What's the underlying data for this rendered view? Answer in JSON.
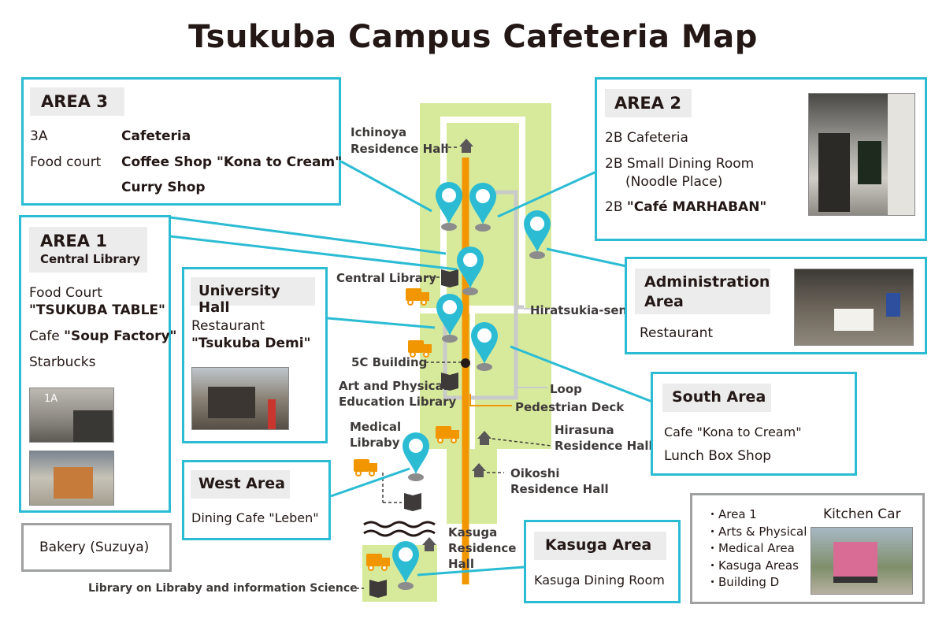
{
  "title": "Tsukuba Campus Cafeteria Map",
  "area3": {
    "tag": "AREA 3",
    "col1": [
      "3A",
      "Food court"
    ],
    "col2": [
      "Cafeteria",
      "Coffee Shop \"Kona to Cream\"",
      "Curry Shop"
    ]
  },
  "area2": {
    "tag": "AREA 2",
    "items": [
      "2B Cafeteria",
      "2B Small Dining Room",
      "(Noodle Place)",
      "2B ",
      "\"Café MARHABAN\""
    ]
  },
  "area1": {
    "tag": "AREA 1",
    "subtitle": "Central Library",
    "items": [
      "Food Court",
      "\"TSUKUBA TABLE\"",
      "Cafe ",
      "\"Soup Factory\"",
      "Starbucks"
    ],
    "photo_label": "1A"
  },
  "university_hall": {
    "tag": "University Hall",
    "items": [
      "Restaurant",
      "\"Tsukuba Demi\""
    ]
  },
  "administration": {
    "tag_line1": "Administration",
    "tag_line2": "Area",
    "items": [
      "Restaurant"
    ]
  },
  "south": {
    "tag": "South Area",
    "items": [
      "Cafe \"Kona to Cream\"",
      "Lunch Box Shop"
    ]
  },
  "west": {
    "tag": "West Area",
    "items": [
      "Dining Cafe \"Leben\""
    ]
  },
  "kasuga": {
    "tag": "Kasuga Area",
    "items": [
      "Kasuga Dining Room"
    ]
  },
  "bakery": "Bakery (Suzuya)",
  "kitchen_car": {
    "title": "Kitchen Car",
    "items": [
      "Area 1",
      "Arts & Physical",
      "Medical Area",
      "Kasuga Areas",
      "Building D"
    ]
  },
  "map_labels": {
    "ichinoya": [
      "Ichinoya",
      "Residence Hall"
    ],
    "central_library": "Central Library",
    "hiratsukia": "Hiratsukia-sen",
    "c5": "5C Building",
    "art_lib": [
      "Art and Physical",
      "Education Library"
    ],
    "loop": "Loop",
    "pedestrian": "Pedestrian Deck",
    "medical": [
      "Medical",
      "Libraby"
    ],
    "hirasuna": [
      "Hirasuna",
      "Residence Hall"
    ],
    "oikoshi": [
      "Oikoshi",
      "Residence Hall"
    ],
    "kasuga_res": [
      "Kasuga",
      "Residence",
      "Hall"
    ],
    "lib_info": "Library on Libraby and information Science"
  },
  "colors": {
    "accent": "#2bbcd4",
    "green": "#d7ea9c",
    "orange": "#f29600",
    "gray": "#9fa0a0"
  }
}
